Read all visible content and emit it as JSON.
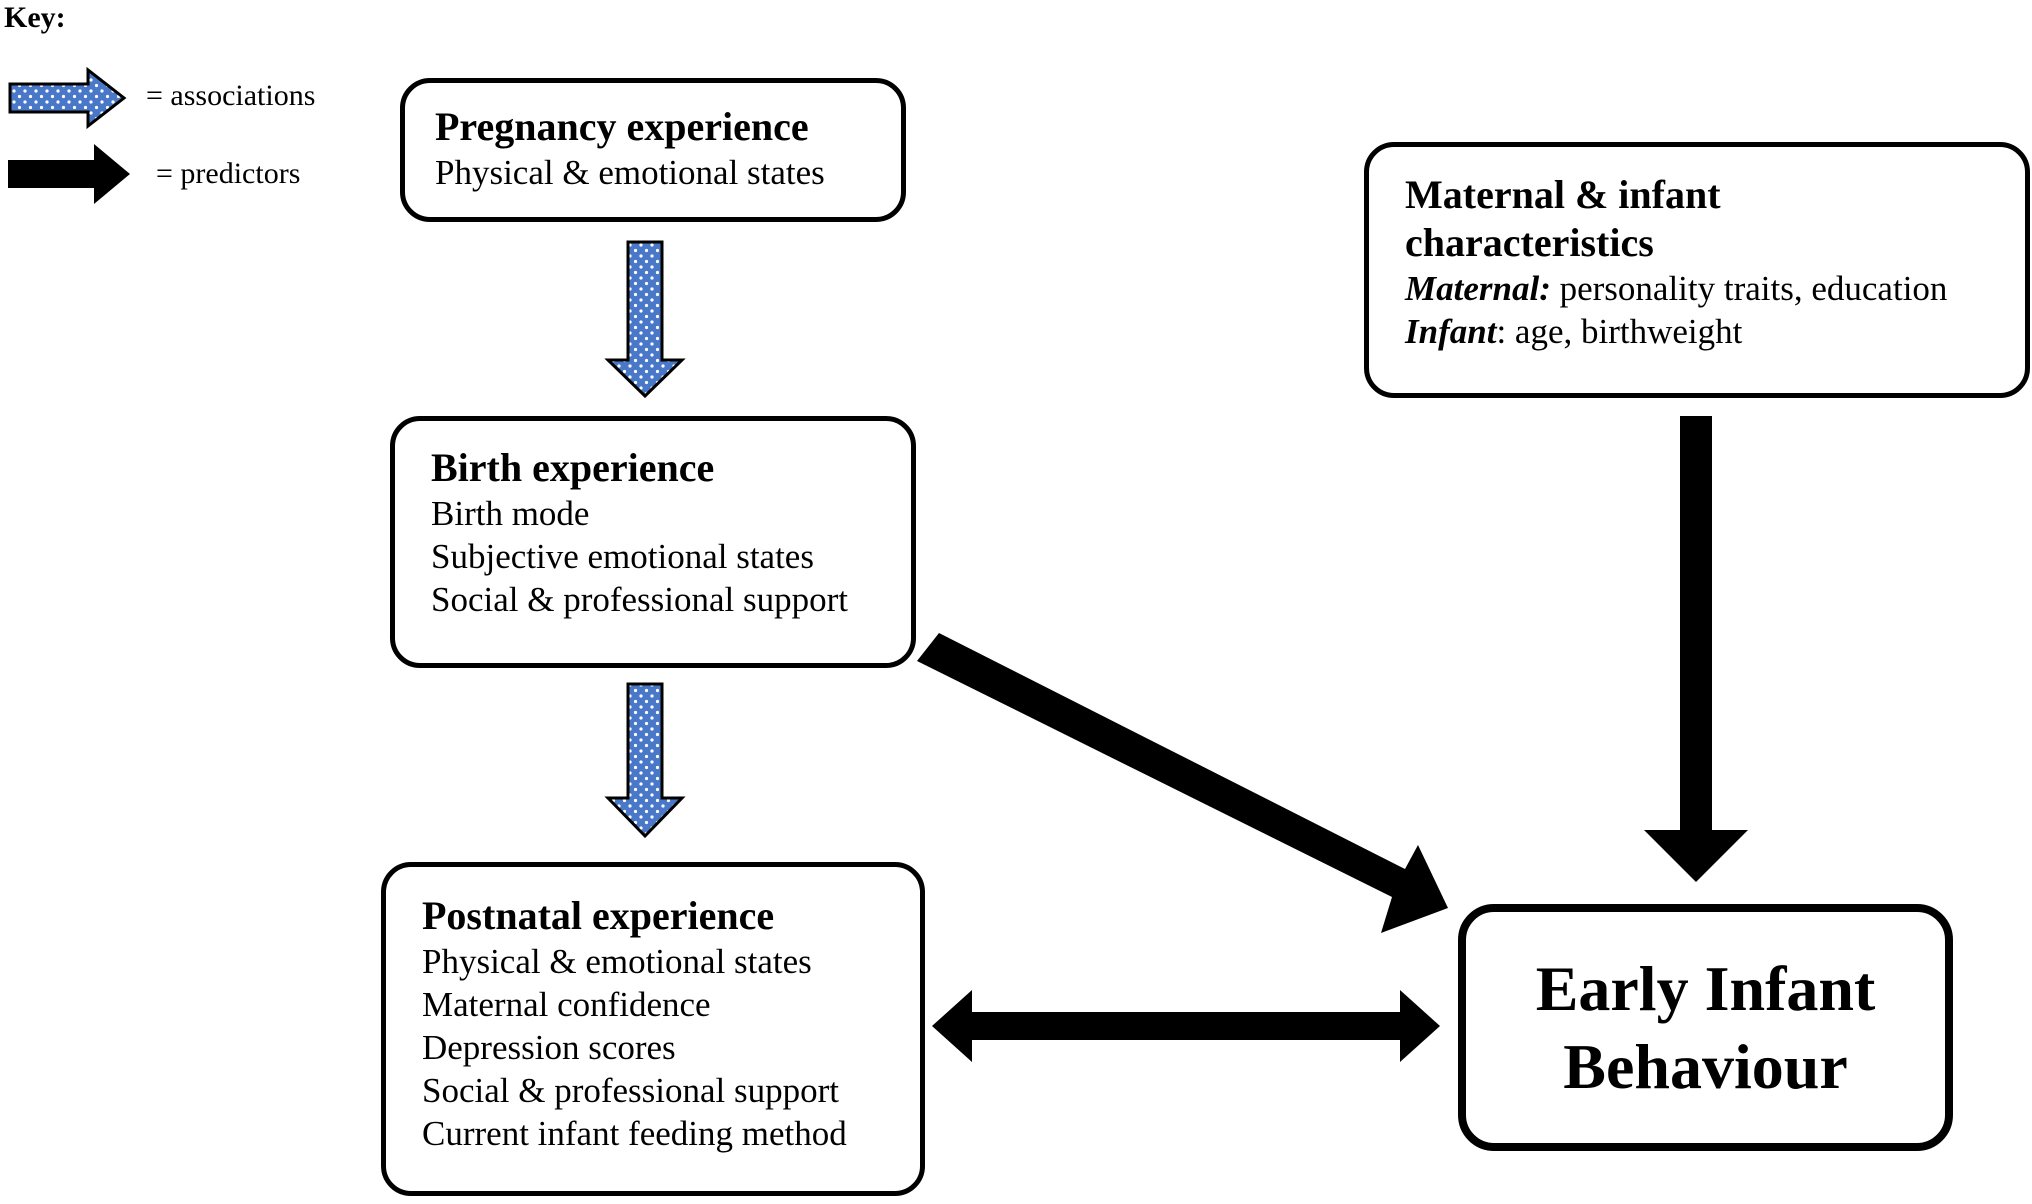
{
  "key": {
    "title": "Key:",
    "associations_label": "= associations",
    "predictors_label": "= predictors"
  },
  "pregnancy": {
    "heading": "Pregnancy experience",
    "lines": [
      "Physical & emotional states"
    ]
  },
  "birth": {
    "heading": "Birth experience",
    "lines": [
      "Birth mode",
      "Subjective emotional states",
      "Social & professional support"
    ]
  },
  "postnatal": {
    "heading": "Postnatal experience",
    "lines": [
      "Physical & emotional states",
      "Maternal confidence",
      "Depression scores",
      "Social & professional support",
      "Current infant feeding method"
    ]
  },
  "maternal": {
    "heading_line1": "Maternal & infant",
    "heading_line2": "characteristics",
    "maternal_label": "Maternal:",
    "maternal_text": " personality traits, education",
    "infant_label": "Infant",
    "infant_text": ": age, birthweight"
  },
  "outcome": {
    "line1": "Early Infant",
    "line2": "Behaviour"
  },
  "colors": {
    "association_fill": "#4a78c8",
    "association_dot": "#ffffff",
    "predictor_fill": "#000000"
  },
  "arrow_semantics": {
    "association_arrow_icon": "dotted-blue-arrow-icon",
    "predictor_arrow_icon": "black-arrow-icon"
  }
}
